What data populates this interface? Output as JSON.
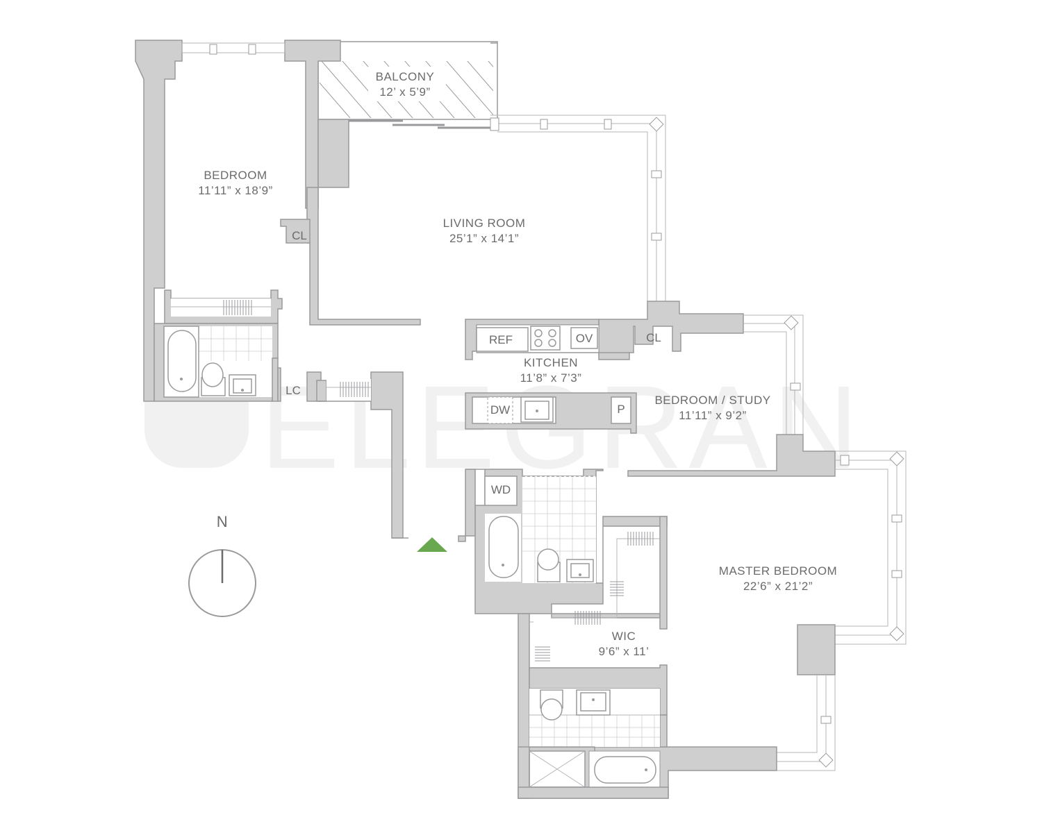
{
  "watermark": "ELEGRAN",
  "compass": {
    "label": "N"
  },
  "rooms": {
    "balcony": {
      "name": "BALCONY",
      "dim": "12’ x 5’9”"
    },
    "bedroom": {
      "name": "BEDROOM",
      "dim": "11’11” x 18’9”"
    },
    "living": {
      "name": "LIVING ROOM",
      "dim": "25’1” x 14’1”"
    },
    "kitchen": {
      "name": "KITCHEN",
      "dim": "11’8” x 7’3”"
    },
    "study": {
      "name": "BEDROOM / STUDY",
      "dim": "11’11” x 9’2”"
    },
    "master": {
      "name": "MASTER BEDROOM",
      "dim": "22’6” x 21’2”"
    },
    "wic": {
      "name": "WIC",
      "dim": "9’6” x 11’"
    }
  },
  "fixtures": {
    "cl_bedroom": "CL",
    "cl_kitchen": "CL",
    "lc": "LC",
    "ref": "REF",
    "ov": "OV",
    "dw": "DW",
    "pantry": "P",
    "wd": "WD"
  },
  "colors": {
    "wall": "#cfcfd0",
    "entry_marker": "#6aa84f",
    "text": "#6b6b6d"
  }
}
